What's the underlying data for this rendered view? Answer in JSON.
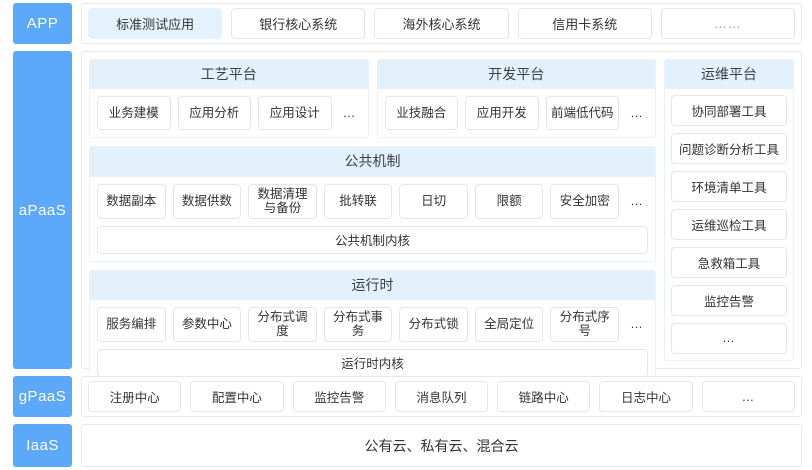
{
  "layers": {
    "app": {
      "tag": "APP",
      "items": [
        {
          "label": "标准测试应用",
          "selected": true
        },
        {
          "label": "银行核心系统",
          "selected": false
        },
        {
          "label": "海外核心系统",
          "selected": false
        },
        {
          "label": "信用卡系统",
          "selected": false
        },
        {
          "label": "……",
          "selected": false
        }
      ]
    },
    "apaas": {
      "tag": "aPaaS",
      "process_platform": {
        "title": "工艺平台",
        "items": [
          "业务建模",
          "应用分析",
          "应用设计"
        ],
        "more": "…"
      },
      "dev_platform": {
        "title": "开发平台",
        "items": [
          "业技融合",
          "应用开发",
          "前端低代码"
        ],
        "more": "…"
      },
      "common_mechanism": {
        "title": "公共机制",
        "items": [
          "数据副本",
          "数据供数",
          "数据清理与备份",
          "批转联",
          "日切",
          "限额",
          "安全加密"
        ],
        "more": "…",
        "kernel": "公共机制内核"
      },
      "runtime": {
        "title": "运行时",
        "items": [
          "服务编排",
          "参数中心",
          "分布式调度",
          "分布式事务",
          "分布式锁",
          "全局定位",
          "分布式序号"
        ],
        "more": "…",
        "kernel": "运行时内核"
      },
      "ops_platform": {
        "title": "运维平台",
        "items": [
          "协同部署工具",
          "问题诊断分析工具",
          "环境清单工具",
          "运维巡检工具",
          "急救箱工具",
          "监控告警",
          "…"
        ]
      }
    },
    "gpaas": {
      "tag": "gPaaS",
      "items": [
        "注册中心",
        "配置中心",
        "监控告警",
        "消息队列",
        "链路中心",
        "日志中心",
        "…"
      ]
    },
    "iaas": {
      "tag": "IaaS",
      "text": "公有云、私有云、混合云"
    }
  },
  "colors": {
    "tag_blue": "#5CA8FA",
    "header_blue": "#E3F1FC",
    "selected_chip": "#E4F2FD",
    "chip_border": "#E4E6E8"
  }
}
